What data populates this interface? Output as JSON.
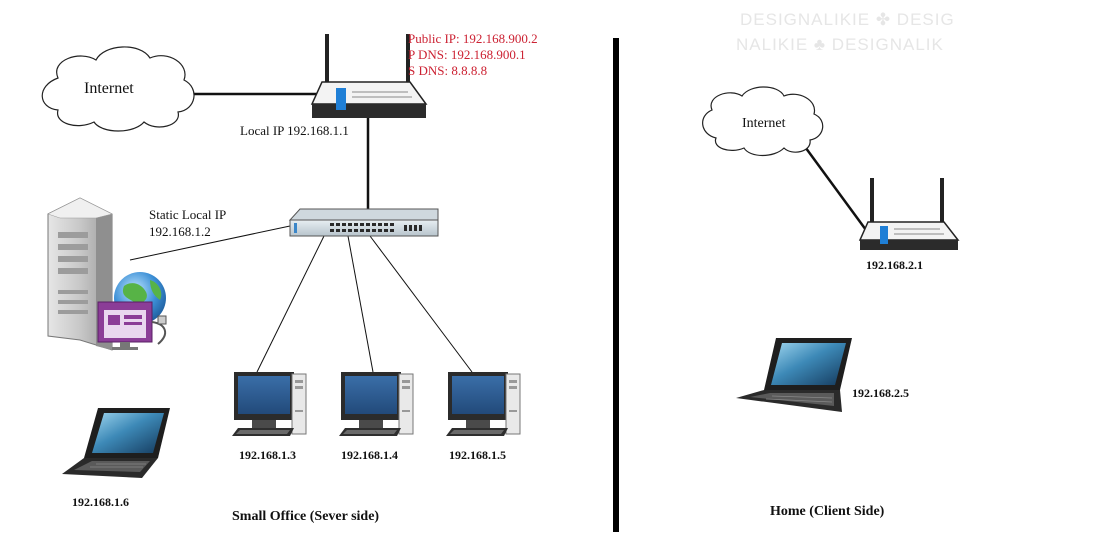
{
  "office": {
    "internet_label": "Internet",
    "router": {
      "public_ip": "Public IP: 192.168.900.2",
      "primary_dns": "P DNS: 192.168.900.1",
      "secondary_dns": "S DNS: 8.8.8.8",
      "local_ip": "Local IP 192.168.1.1"
    },
    "server": {
      "label_line1": "Static Local IP",
      "label_line2": "192.168.1.2"
    },
    "desktops": [
      "192.168.1.3",
      "192.168.1.4",
      "192.168.1.5"
    ],
    "laptop_ip": "192.168.1.6",
    "caption": "Small Office (Sever side)"
  },
  "home": {
    "internet_label": "Internet",
    "router_ip": "192.168.2.1",
    "laptop_ip": "192.168.2.5",
    "caption": "Home (Client Side)"
  },
  "watermark": {
    "line1": "DESIGNALIKIE ✤ DESIG",
    "line2": "NALIKIE ♣ DESIGNALIK"
  },
  "colors": {
    "ip_red": "#cc2233",
    "router_blue": "#1f7fd6",
    "screen_blue": "#2e5f9a",
    "divider": "#000000"
  }
}
